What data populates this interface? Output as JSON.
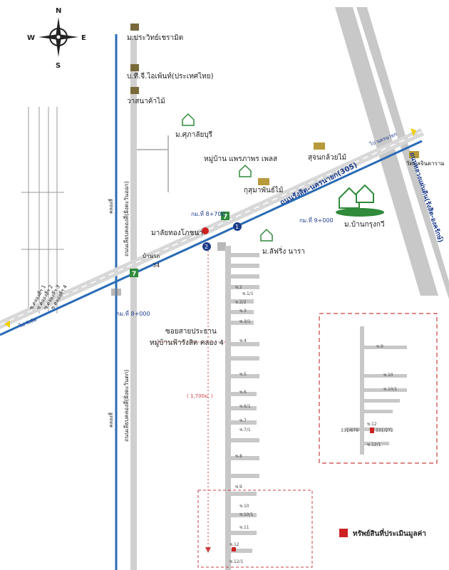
{
  "compass": {
    "north": "N",
    "south": "S",
    "east": "E",
    "west": "W"
  },
  "landmarks": {
    "school": "ม.ประวิทย์เชรามิต",
    "company": "บ.ที.จี.ไอเพ้นท์(ประเทศไทย)",
    "lumber": "วาสนาค้าไม้",
    "supha": "ม.ศุภาลัยบุรี",
    "praphon": "หมู่บ้าน แพรภาพร เพลส",
    "kusuma": "กุสุมาพันธ์ไม้",
    "suchon": "สุจนกล้วยไม้",
    "watmun": "วัดมูลจินดาราม",
    "krungkawee": "ม.บ้านกรุงกวี",
    "lafaring": "ม.ลัฟริ่ง นารา",
    "maleethong": "มาลัยทองโภชนา",
    "banrot": "บ้านรถ"
  },
  "roads": {
    "highway": "ถนนรังสิต-นครนายก(305)",
    "bangna": "ถนนเลียบคลองสี่(ฝั่งตะวันออก)",
    "khlong4": "ถนนเลียบคลองสี่(ฝั่งตะวันตก)",
    "khlong_label_top": "คลองสี่",
    "khlong_label_bottom": "คลองสี่",
    "vertical_right": "ถนนหลวงแผ่นดิน(รังสิต-องครักษ์)",
    "to_rangsit": "ไป รังสิต",
    "to_nakhonnayok": "ไป นครนายก",
    "soi1": "ซ.คลองสี่ฯ 1",
    "soi2": "ซ.คลองสี่ฯ 2",
    "soi3": "ซ.คลองสี่ฯ 3",
    "soi4": "ซ.คลองสี่ฯ 4"
  },
  "markers": {
    "km8700": "กม.ที่ 8+700",
    "km9000": "กม.ที่ 9+000",
    "km8000": "กม.ที่ 8+000",
    "seven": "7",
    "num1": "1",
    "num2": "2",
    "num34": "34"
  },
  "soi_entrance": {
    "line1": "ซอยสายประธาน",
    "line2": "หมู่บ้านฟ้ารังสิต คลอง 4"
  },
  "distance": "( 1,700ม. )",
  "alleys": [
    "ซ.2",
    "ซ.1/1",
    "ซ.2/2",
    "ซ.3",
    "ซ.3/1",
    "ซ.4",
    "ซ.5",
    "ซ.6",
    "ซ.6/1",
    "ซ.7",
    "ซ.7/1",
    "ซ.8",
    "ซ.9",
    "ซ.10",
    "ซ.10/1",
    "ซ.11",
    "ซ.12",
    "ซ.12/1"
  ],
  "inset_labels": [
    "ซ.9",
    "ซ.10",
    "ซ.10/1",
    "ซ.12",
    "ซ.12/1"
  ],
  "inset_plot": {
    "left": "331/679",
    "right": "331/272"
  },
  "legend": {
    "label": "ทรัพย์สินที่ประเมินมูลค่า",
    "color": "#cc2222"
  },
  "colors": {
    "highway_blue": "#2a6bb5",
    "road_grey": "#c8c8c8",
    "dashed_red": "#c94040",
    "house_green": "#2f8a3a"
  }
}
